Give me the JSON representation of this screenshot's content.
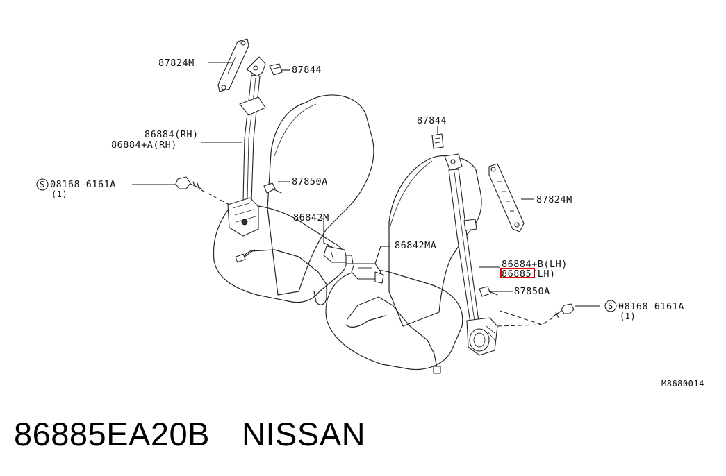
{
  "labels": {
    "l_87824m_left": "87824M",
    "l_87844_left": "87844",
    "l_86884_rh": "86884(RH)",
    "l_86884a_rh": "86884+A(RH)",
    "l_bolt_left": "08168-6161A",
    "l_bolt_left_qty": "(1)",
    "l_87850a_left": "87850A",
    "l_86842m": "86842M",
    "l_86842ma": "86842MA",
    "l_87844_right": "87844",
    "l_87824m_right": "87824M",
    "l_86884b_lh": "86884+B(LH)",
    "l_86885_lh": "86885(LH)",
    "l_87850a_right": "87850A",
    "l_bolt_right": "08168-6161A",
    "l_bolt_right_qty": "(1)",
    "diagram_code": "M8680014"
  },
  "screw_symbol": "S",
  "footer": {
    "part_number": "86885EA20B",
    "brand": "NISSAN"
  },
  "highlight_color": "#e60000"
}
